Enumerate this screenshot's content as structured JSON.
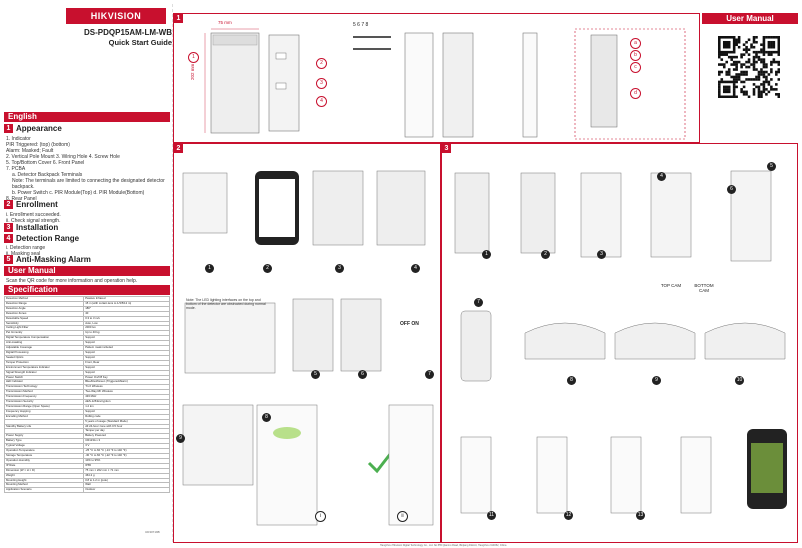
{
  "brand": {
    "logo": "HIKVISION"
  },
  "header": {
    "model": "DS-PDQP15AM-LM-WB",
    "subtitle": "Quick Start Guide"
  },
  "left": {
    "english": "English",
    "appearance": {
      "num": "1",
      "title": "Appearance",
      "lines": [
        "1. Indicator",
        "PIR Triggered: (top) (bottom)",
        "Alarm: Masked; Fault",
        "2. Vertical Pole Mount  3. Wiring Hole  4. Screw Hole",
        "5. Top/Bottom Cover 6. Front Panel",
        "7. PCBA",
        "a. Detector Backpack Terminals",
        "Note: The terminals are limited to connecting the designated detector backpack.",
        "b. Power Switch  c. PIR Module(Top)  d. PIR Module(Bottom)",
        "8. Rear Panel"
      ]
    },
    "enrollment": {
      "num": "2",
      "title": "Enrollment",
      "lines": [
        "i. Enrollment succeeded.",
        "ii. Check signal strength."
      ]
    },
    "installation": {
      "num": "3",
      "title": "Installation"
    },
    "detection": {
      "num": "4",
      "title": "Detection Range",
      "lines": [
        "i. Detection range",
        "ii. Masking seal"
      ]
    },
    "antimask": {
      "num": "5",
      "title": "Anti-Masking Alarm"
    },
    "user_manual": {
      "title": "User Manual",
      "text": "Scan the QR code for more information and operation help."
    },
    "specification": {
      "title": "Specification"
    }
  },
  "spec_rows": [
    [
      "Detection Method",
      "Passive Infrared"
    ],
    [
      "Detection Range",
      "15 m (with curtain lens to 1/3/5/12 m)"
    ],
    [
      "Detection Angle",
      "180°"
    ],
    [
      "Detection Zones",
      "40"
    ],
    [
      "Detectable Speed",
      "0.3 to 3 m/s"
    ],
    [
      "Sensitivity",
      "Auto, Low"
    ],
    [
      "Ceiling Light Filter",
      "2000 lux"
    ],
    [
      "Pet Immunity",
      "Up to 40 kg"
    ],
    [
      "Digital Temperature Compensation",
      "Support"
    ],
    [
      "Anti-masking",
      "Support"
    ],
    [
      "Adjustable Coverage",
      "Pattern mask included"
    ],
    [
      "Digital Processing",
      "Support"
    ],
    [
      "Sealed Optics",
      "Support"
    ],
    [
      "Tamper Protection",
      "Front, Rear"
    ],
    [
      "Environment Temperature Indicator",
      "Support"
    ],
    [
      "Signal Strength Indicator",
      "Support"
    ],
    [
      "Power Switch",
      "Power On/Off Key"
    ],
    [
      "LED Indicator",
      "Blue/Red/Green (Triggered/Alarm)"
    ],
    [
      "Transmission Technology",
      "Tri-X Wireless"
    ],
    [
      "Transmission Method",
      "Two-Way RF Wireless"
    ],
    [
      "Transmission Frequency",
      "433 MHz"
    ],
    [
      "Transmission Security",
      "AES-128 Encryption"
    ],
    [
      "Transmission Range (Open Space)",
      "1.2 km"
    ],
    [
      "Frequency Hopping",
      "Support"
    ],
    [
      "Encoding Method",
      "Rolling code"
    ],
    [
      "",
      "5 years of usage (Standard Mode)"
    ],
    [
      "Standby Battery Life",
      "All 24-hour zone with 0.5 hour"
    ],
    [
      "",
      "Tamper per day"
    ],
    [
      "Power Supply",
      "Battery Powered"
    ],
    [
      "Battery Type",
      "CR123A x 3"
    ],
    [
      "Typical Voltage",
      "3 V"
    ],
    [
      "Operation Temperature",
      "-25 °C to 60 °C (-13 °F to 140 °F)"
    ],
    [
      "Storage Temperature",
      "-30 °C to 60 °C (-22 °F to 140 °F)"
    ],
    [
      "Operation Humidity",
      "10% to 95%"
    ],
    [
      "IP Rate",
      "IP65"
    ],
    [
      "Dimension (W × H × D)",
      "75 mm × 202 mm × 71 mm"
    ],
    [
      "Weight",
      "464.2 g"
    ],
    [
      "Mounting Height",
      "0.8 to 1.2 m (pole)"
    ],
    [
      "Mounting Method",
      "Wall"
    ],
    [
      "Application Scenario",
      "Outdoor"
    ]
  ],
  "panel1": {
    "num": "1",
    "dim_width": "75 mm",
    "dim_height": "202 mm",
    "callouts": [
      "1",
      "2",
      "3",
      "4"
    ],
    "top_labels": "5 6 7 8",
    "pcb_labels": [
      "a",
      "b",
      "c",
      "d"
    ]
  },
  "user_manual_panel": {
    "title": "User Manual"
  },
  "panel2": {
    "num": "2",
    "step_labels": [
      "1",
      "2",
      "3",
      "4",
      "5",
      "6",
      "7",
      "8",
      "9"
    ],
    "detect_labels": [
      "i",
      "ii"
    ],
    "off_on": "OFF ON",
    "note": "Note: The LED lighting interfaces on the top and bottom of the detector are obstructed during normal mode."
  },
  "panel3": {
    "num": "3",
    "step_labels": [
      "1",
      "2",
      "3",
      "4",
      "5",
      "6",
      "7",
      "8",
      "9",
      "10",
      "11",
      "12",
      "13"
    ],
    "cam_top": "TOP CAM",
    "cam_bottom": "BOTTOM CAM"
  },
  "footer": {
    "code": "UD30719B",
    "address": "Hangzhou Hikvision Digital Technology Co., Ltd. No.555 Qianmo Road, Binjiang District, Hangzhou 310052, China"
  },
  "colors": {
    "accent": "#c8102e"
  }
}
